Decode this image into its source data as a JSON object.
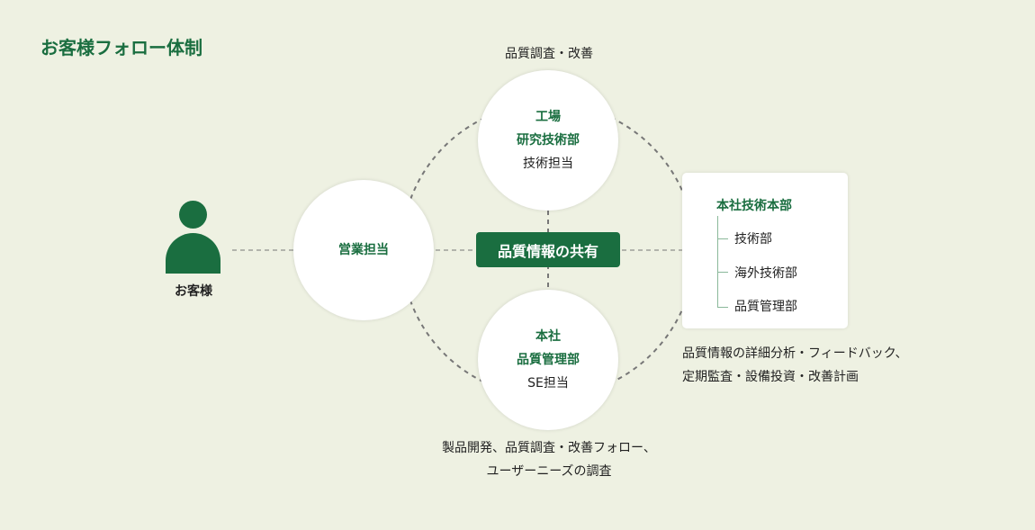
{
  "title": "お客様フォロー体制",
  "customer": {
    "label": "お客様",
    "icon": "person-icon"
  },
  "sales": {
    "label": "営業担当"
  },
  "factory": {
    "line1": "工場",
    "line2": "研究技術部",
    "line3": "技術担当",
    "caption": "品質調査・改善"
  },
  "hq_quality": {
    "line1": "本社",
    "line2": "品質管理部",
    "line3": "SE担当",
    "caption1": "製品開発、品質調査・改善フォロー、",
    "caption2": "ユーザーニーズの調査"
  },
  "share_badge": "品質情報の共有",
  "hq_tech": {
    "head": "本社技術本部",
    "items": [
      "技術部",
      "海外技術部",
      "品質管理部"
    ],
    "caption1": "品質情報の詳細分析・フィードバック、",
    "caption2": "定期監査・設備投資・改善計画"
  },
  "colors": {
    "accent": "#1a6e40",
    "background": "#eef1e2"
  }
}
